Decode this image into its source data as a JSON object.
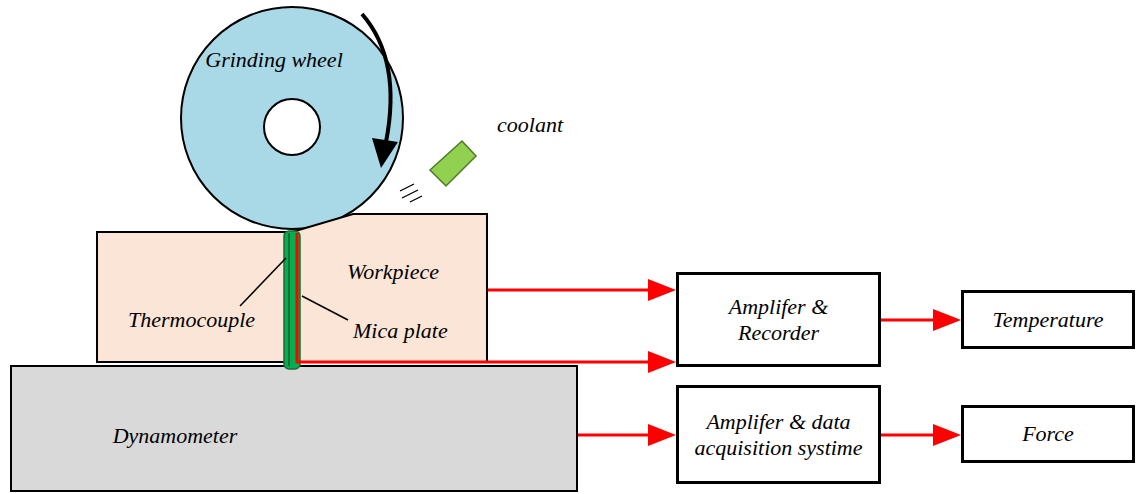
{
  "diagram": {
    "nodes": [
      {
        "text": [
          "Grinding wheel"
        ]
      },
      {
        "text": [
          "Workpiece"
        ]
      },
      {
        "text": [
          "Amplifer & Recorder"
        ]
      },
      {
        "text": [
          "Temperature"
        ]
      },
      {
        "text": [
          "Dynamometer"
        ]
      },
      {
        "text": [
          "Amplifer & data acquisition systime"
        ]
      },
      {
        "text": [
          "Force"
        ]
      }
    ],
    "edges": [
      {
        "from": 1,
        "to": 2,
        "arrow": "to"
      },
      {
        "from": 2,
        "to": 3,
        "arrow": "to"
      },
      {
        "from": 4,
        "to": 5,
        "arrow": "to"
      },
      {
        "from": 5,
        "to": 6,
        "arrow": "to"
      }
    ],
    "labels": [
      "coolant",
      "Thermocouple",
      "Mica plate"
    ]
  }
}
